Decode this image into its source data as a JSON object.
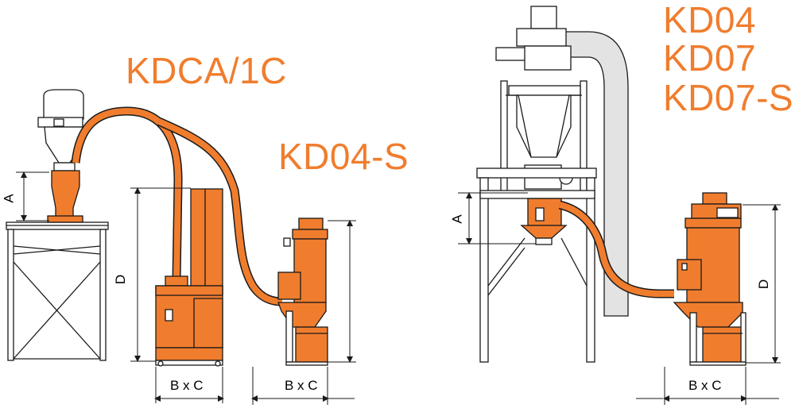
{
  "colors": {
    "accent": "#f07d2e",
    "line": "#1a1a1a",
    "grey": "#e3e3e3",
    "title": "#f07d2e"
  },
  "titles": {
    "kdca": "KDCA/1C",
    "kd04s": "KD04-S",
    "kd04": "KD04",
    "kd07": "KD07",
    "kd07s": "KD07-S"
  },
  "dimensions": {
    "a_left": "A",
    "d_left": "D",
    "bc_left_1": "B x C",
    "bc_left_2": "B x C",
    "a_right": "A",
    "d_right": "D",
    "bc_right": "B x C"
  }
}
